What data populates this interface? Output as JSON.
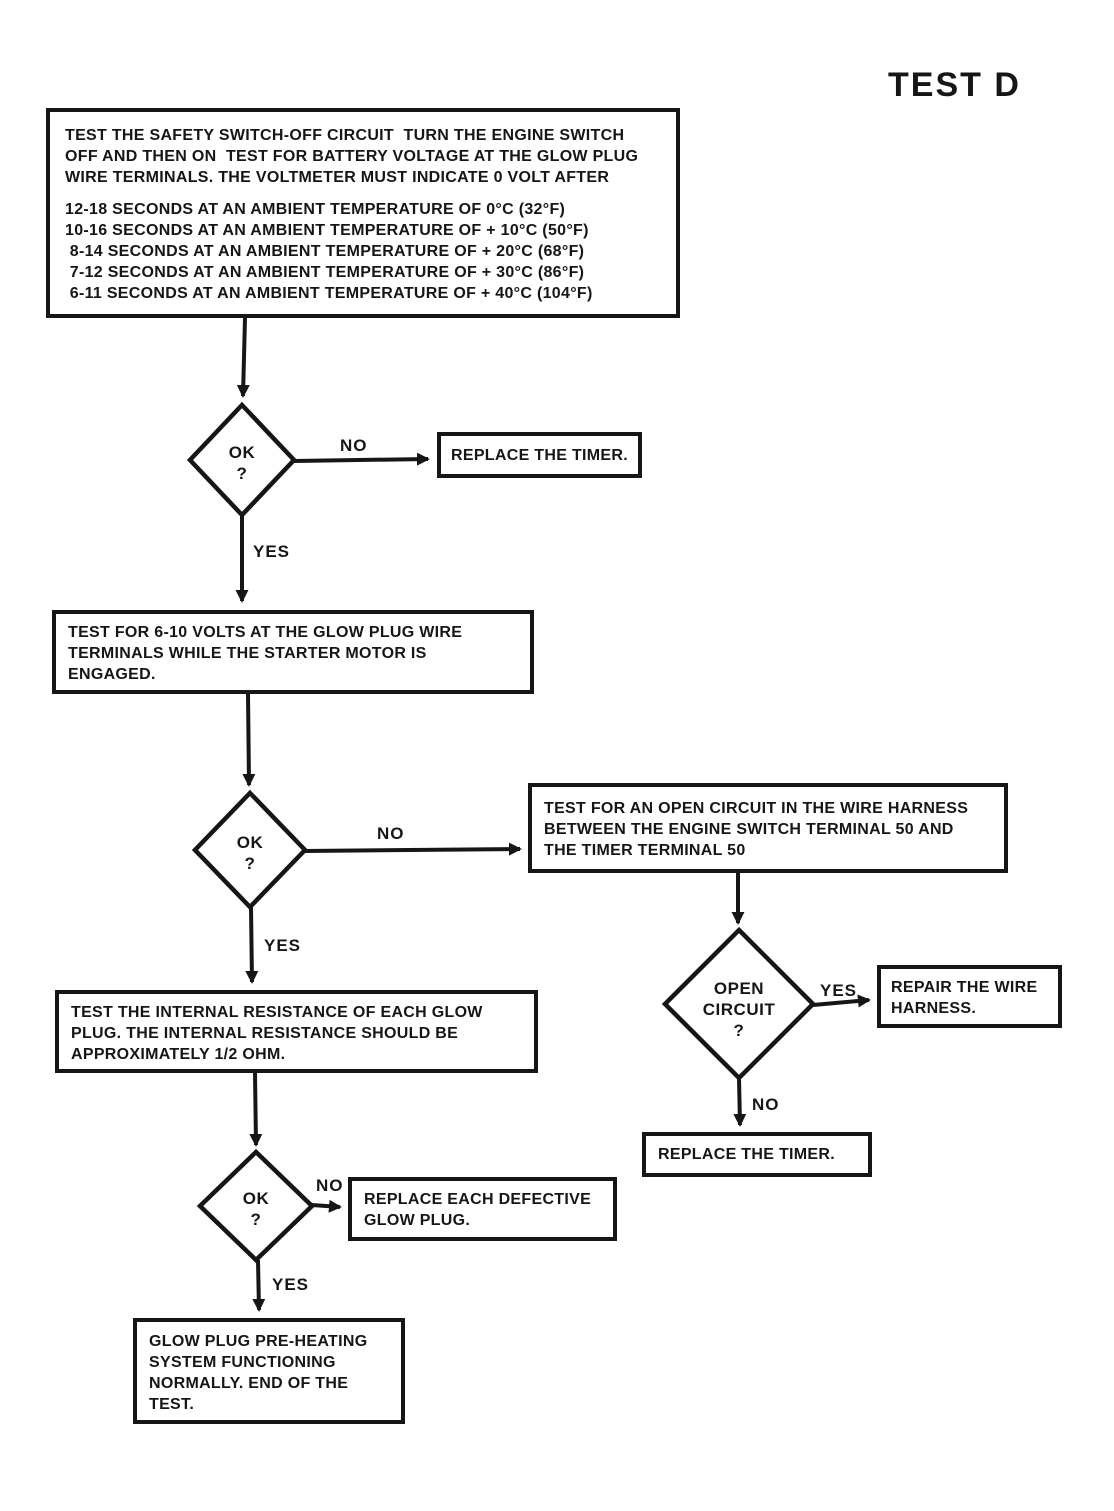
{
  "title": "TEST D",
  "edge_labels": {
    "yes": "YES",
    "no": "NO"
  },
  "decisions": {
    "ok1": [
      "OK",
      "?"
    ],
    "ok2": [
      "OK",
      "?"
    ],
    "ok3": [
      "OK",
      "?"
    ],
    "open_circuit": [
      "OPEN",
      "CIRCUIT",
      "?"
    ]
  },
  "boxes": {
    "start": {
      "paragraph": [
        "TEST THE SAFETY SWITCH-OFF CIRCUIT  TURN THE ENGINE SWITCH",
        "OFF AND THEN ON  TEST FOR BATTERY VOLTAGE AT THE GLOW PLUG",
        "WIRE TERMINALS. THE VOLTMETER MUST INDICATE 0 VOLT AFTER"
      ],
      "times": [
        "12-18 SECONDS AT AN AMBIENT TEMPERATURE OF 0°C (32°F)",
        "10-16 SECONDS AT AN AMBIENT TEMPERATURE OF + 10°C (50°F)",
        " 8-14 SECONDS AT AN AMBIENT TEMPERATURE OF + 20°C (68°F)",
        " 7-12 SECONDS AT AN AMBIENT TEMPERATURE OF + 30°C (86°F)",
        " 6-11 SECONDS AT AN AMBIENT TEMPERATURE OF + 40°C (104°F)"
      ]
    },
    "replace_timer_1": "REPLACE THE TIMER.",
    "test_volts": [
      "TEST FOR 6-10 VOLTS AT THE GLOW PLUG WIRE",
      "TERMINALS WHILE THE STARTER MOTOR IS",
      "ENGAGED."
    ],
    "open_circuit_test": [
      "TEST FOR AN OPEN CIRCUIT IN THE WIRE HARNESS",
      "BETWEEN THE ENGINE SWITCH TERMINAL 50 AND",
      "THE TIMER TERMINAL 50"
    ],
    "internal_resistance": [
      "TEST THE INTERNAL RESISTANCE OF EACH GLOW",
      "PLUG. THE INTERNAL RESISTANCE SHOULD BE",
      "APPROXIMATELY 1/2 OHM."
    ],
    "repair_harness": [
      "REPAIR THE WIRE",
      "HARNESS."
    ],
    "replace_timer_2": "REPLACE THE TIMER.",
    "replace_glow_plugs": [
      "REPLACE EACH DEFECTIVE",
      "GLOW PLUG."
    ],
    "end": [
      "GLOW PLUG PRE-HEATING",
      "SYSTEM FUNCTIONING",
      "NORMALLY. END OF THE",
      "TEST."
    ]
  },
  "colors": {
    "ink": "#161616",
    "paper": "#ffffff"
  }
}
